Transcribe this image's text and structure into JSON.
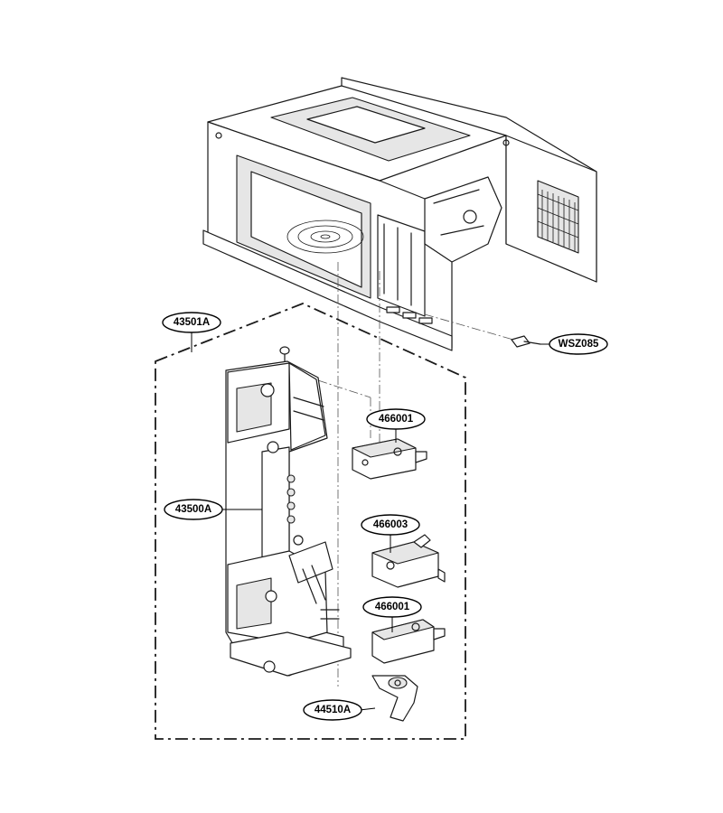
{
  "diagram": {
    "parts": [
      {
        "id": "43501A",
        "label": "43501A"
      },
      {
        "id": "WSZ085",
        "label": "WSZ085"
      },
      {
        "id": "466001-top",
        "label": "466001"
      },
      {
        "id": "43500A",
        "label": "43500A"
      },
      {
        "id": "466003",
        "label": "466003"
      },
      {
        "id": "466001-bottom",
        "label": "466001"
      },
      {
        "id": "44510A",
        "label": "44510A"
      }
    ]
  }
}
